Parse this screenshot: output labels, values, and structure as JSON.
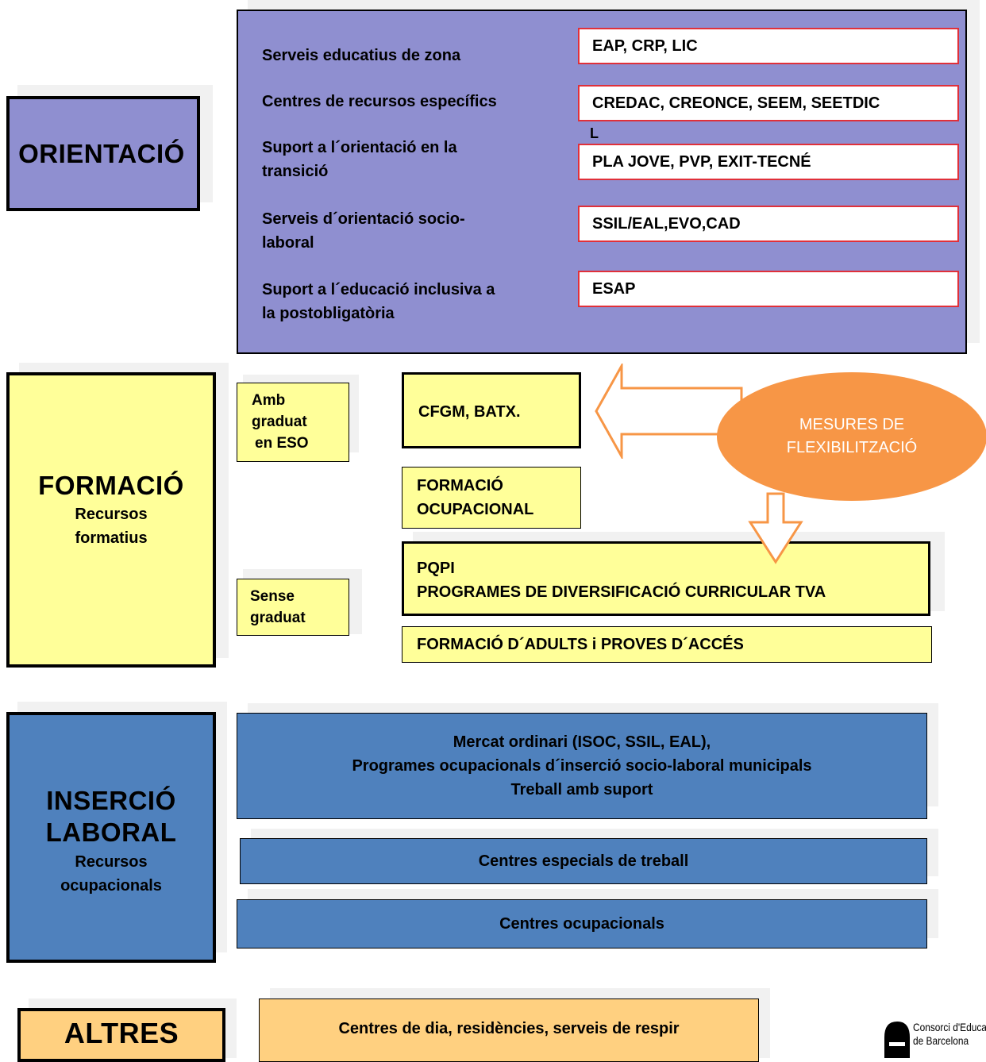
{
  "orientacio": {
    "title": "ORIENTACIÓ",
    "rows": [
      {
        "label_line1": "Serveis educatius de zona",
        "label_line2": "",
        "value": "EAP, CRP, LIC"
      },
      {
        "label_line1": "Centres de recursos específics",
        "label_line2": "",
        "value": "CREDAC, CREONCE, SEEM, SEETDIC"
      },
      {
        "label_line1": "Suport a l´orientació en la",
        "label_line2": "transició",
        "value": "PLA JOVE, PVP, EXIT-TECNÉ"
      },
      {
        "label_line1": "Serveis d´orientació socio-",
        "label_line2": "laboral",
        "value": "SSIL/EAL,EVO,CAD"
      },
      {
        "label_line1": "Suport a l´educació inclusiva a",
        "label_line2": "la postobligatòria",
        "value": "ESAP"
      }
    ],
    "stray_mark": "L"
  },
  "formacio": {
    "title": "FORMACIÓ",
    "subtitle_line1": "Recursos",
    "subtitle_line2": "formatius",
    "amb_graduat": [
      "Amb",
      "graduat",
      "en ESO"
    ],
    "sense_graduat": [
      "Sense",
      "graduat"
    ],
    "cfgm": "CFGM, BATX.",
    "formacio_ocupacional": [
      "FORMACIÓ",
      "OCUPACIONAL"
    ],
    "pqpi": [
      "PQPI",
      "PROGRAMES DE DIVERSIFICACIÓ CURRICULAR TVA"
    ],
    "adults": "FORMACIÓ D´ADULTS i PROVES D´ACCÉS",
    "mesures": [
      "MESURES DE",
      "FLEXIBILITZACIÓ"
    ]
  },
  "insercio": {
    "title_line1": "INSERCIÓ",
    "title_line2": "LABORAL",
    "subtitle_line1": "Recursos",
    "subtitle_line2": "ocupacionals",
    "box1": [
      "Mercat ordinari (ISOC, SSIL, EAL),",
      "Programes ocupacionals d´inserció socio-laboral municipals",
      "Treball amb suport"
    ],
    "box2": "Centres especials de treball",
    "box3": "Centres ocupacionals"
  },
  "altres": {
    "title": "ALTRES",
    "box": "Centres de dia, residències, serveis de respir"
  },
  "logo": {
    "line1": "Consorci d'Educa",
    "line2": "de Barcelona"
  },
  "colors": {
    "orientacio": "#8f8fd0",
    "formacio": "#ffff99",
    "insercio": "#4f81bd",
    "altres": "#ffd080",
    "mesures": "#f79646",
    "red_border": "#e0303a"
  }
}
